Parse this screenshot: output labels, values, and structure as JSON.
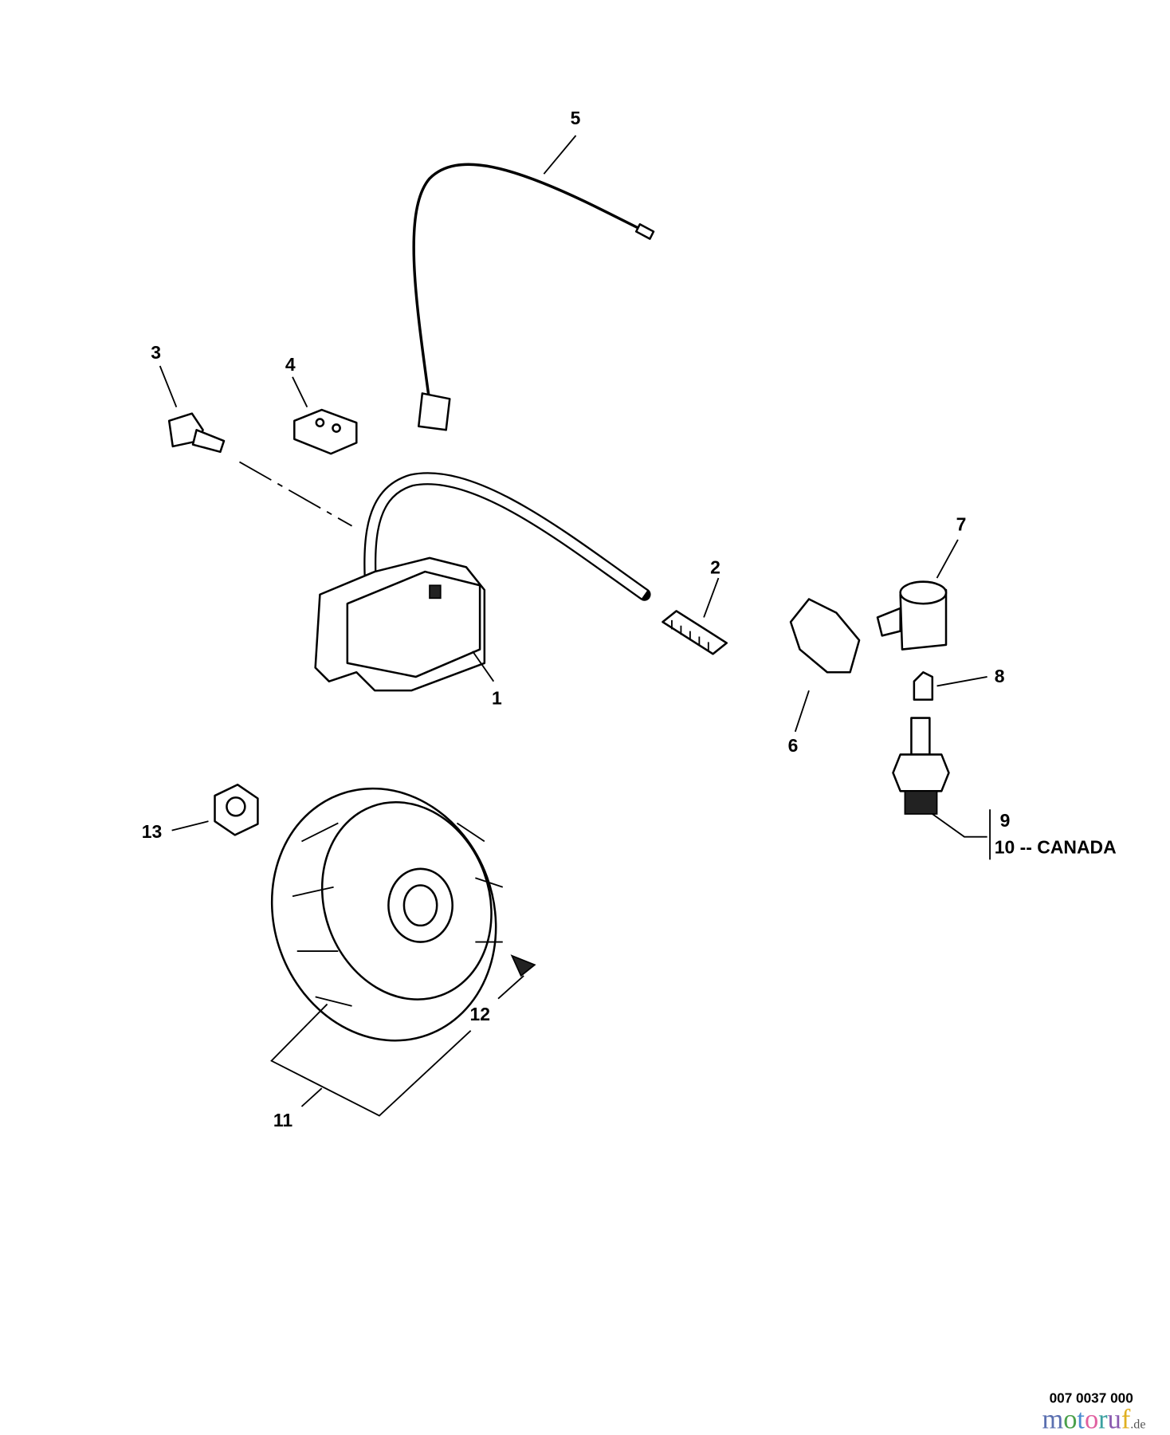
{
  "diagram": {
    "callouts": [
      {
        "id": "1",
        "label": "1"
      },
      {
        "id": "2",
        "label": "2"
      },
      {
        "id": "3",
        "label": "3"
      },
      {
        "id": "4",
        "label": "4"
      },
      {
        "id": "5",
        "label": "5"
      },
      {
        "id": "6",
        "label": "6"
      },
      {
        "id": "7",
        "label": "7"
      },
      {
        "id": "8",
        "label": "8"
      },
      {
        "id": "9",
        "label": "9"
      },
      {
        "id": "10",
        "label": "10 -- CANADA"
      },
      {
        "id": "11",
        "label": "11"
      },
      {
        "id": "12",
        "label": "12"
      },
      {
        "id": "13",
        "label": "13"
      }
    ],
    "drawing_code": "007 0037 000",
    "watermark": {
      "text": "motoruf",
      "suffix": ".de"
    }
  }
}
